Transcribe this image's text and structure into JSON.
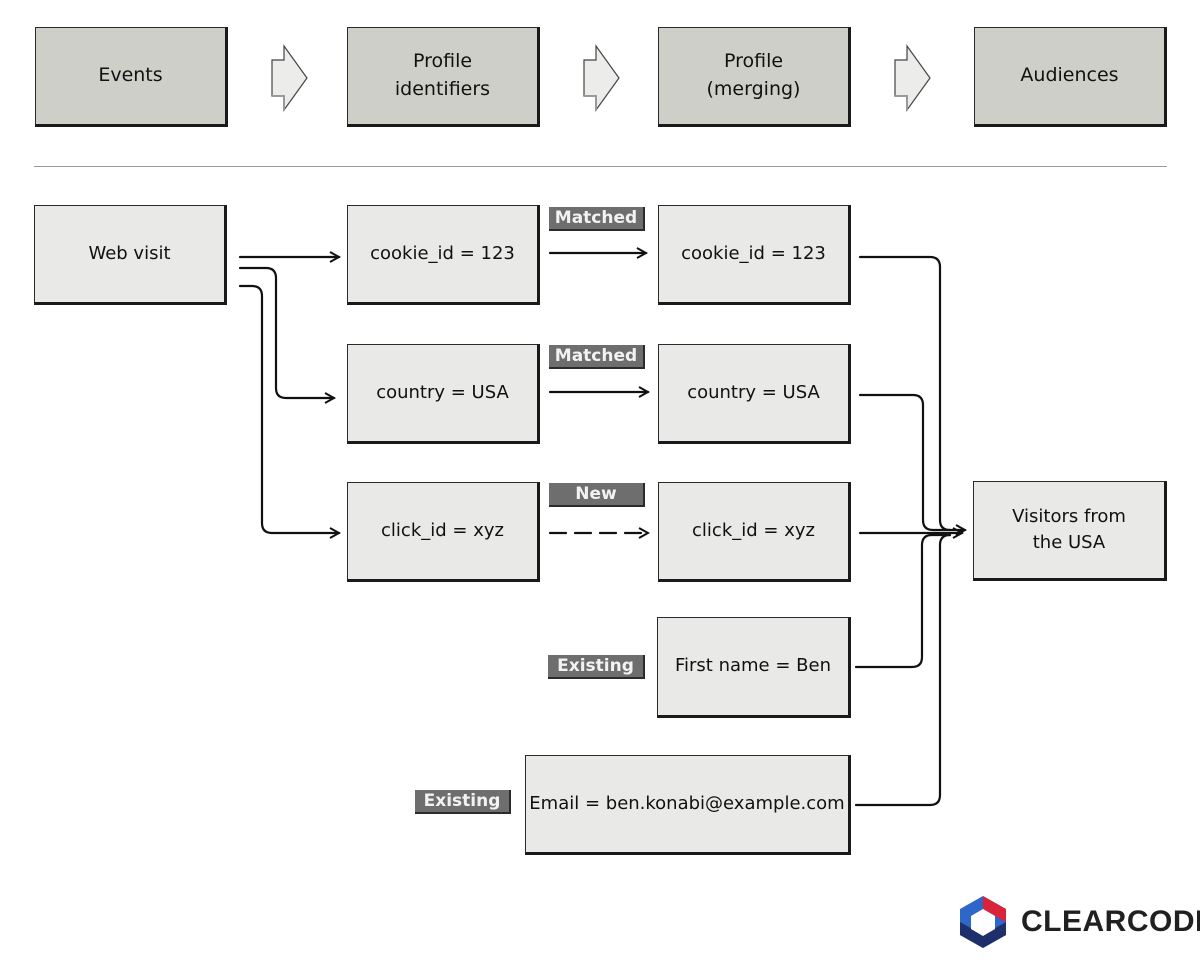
{
  "stages": [
    "Events",
    "Profile\nidentifiers",
    "Profile\n(merging)",
    "Audiences"
  ],
  "event": "Web visit",
  "identifiers": [
    "cookie_id = 123",
    "country = USA",
    "click_id = xyz"
  ],
  "merged": [
    "cookie_id = 123",
    "country = USA",
    "click_id = xyz",
    "First name = Ben",
    "Email = ben.konabi@example.com"
  ],
  "tags": [
    "Matched",
    "Matched",
    "New",
    "Existing",
    "Existing"
  ],
  "audience": "Visitors from\nthe USA",
  "brand": {
    "name": "CLEARCODE",
    "colors": {
      "blue": "#2f66c9",
      "red": "#d8233a",
      "navy": "#1f2f6b"
    }
  },
  "colors": {
    "box": "#e9e9e7",
    "stage_box": "#cfcfca",
    "tag": "#6e6e6e",
    "line": "#111111"
  }
}
